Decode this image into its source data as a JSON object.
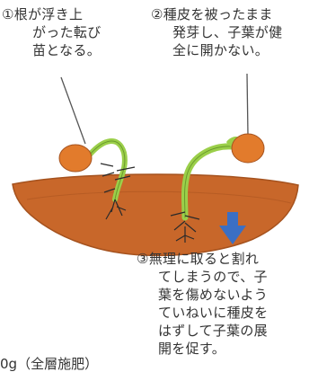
{
  "labels": {
    "label_1": [
      "①根が浮き上",
      "がった転び",
      "苗となる。"
    ],
    "label_2": [
      "②種皮を被ったまま",
      "発芽し、子葉が健",
      "全に開かない。"
    ],
    "label_3": [
      "③無理に取ると割れ",
      "てしまうので、子",
      "葉を傷めないよう",
      "ていねいに種皮を",
      "はずして子葉の展",
      "開を促す。"
    ]
  },
  "bottom_note": "0g（全層施肥）",
  "colors": {
    "soil": "#c8672a",
    "soil_dark": "#a5521e",
    "seed": "#e27b2c",
    "stem": "#9bcf4a",
    "stem_dark": "#6a9b2c",
    "root": "#2a2a2a",
    "arrow": "#3b6fc4",
    "leader_line": "#555555"
  }
}
